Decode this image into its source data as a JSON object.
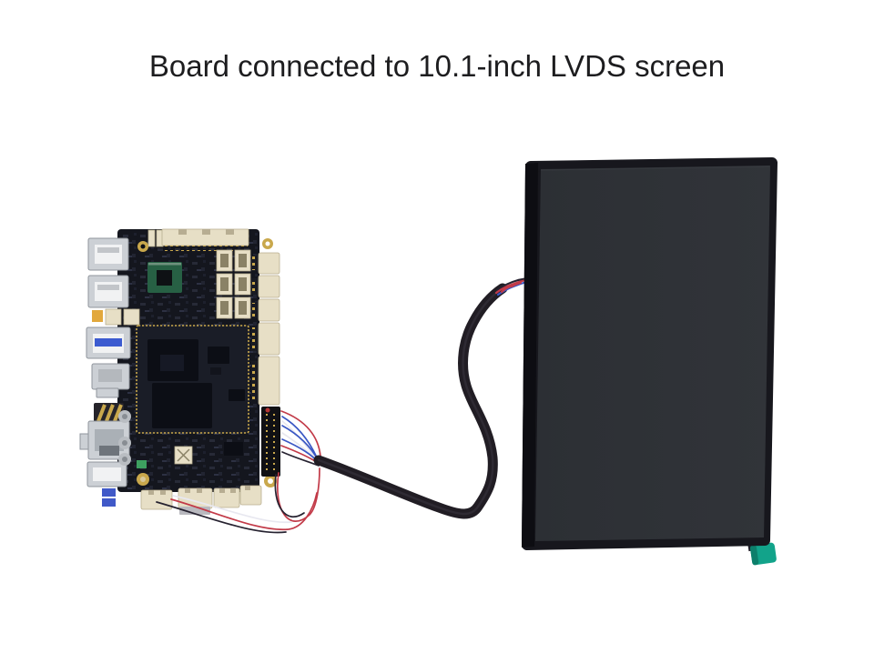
{
  "title": "Board connected to 10.1-inch LVDS screen",
  "colors": {
    "page_bg": "#ffffff",
    "title_text": "#1d1d1f",
    "pcb": "#14161e",
    "pcb_component_a": "#2a2e3b",
    "pcb_component_b": "#232734",
    "som_surface": "#1a1d27",
    "chip_dark": "#0c0e15",
    "connector_cream": "#e7dfc6",
    "connector_cream_shade": "#b9ae8e",
    "port_silver": "#ccd0d5",
    "port_silver_dark": "#8f959c",
    "port_inner_white": "#f1f2f3",
    "usb3_blue": "#3c5bd0",
    "wifi_green": "#276044",
    "gold": "#c9a84c",
    "accent_yellow": "#e2a83c",
    "jumper_blue": "#4059c8",
    "header_black": "#101014",
    "pin1_red": "#b43434",
    "led_green": "#3da060",
    "wire_red": "#c23a48",
    "wire_blue": "#3a57c4",
    "wire_white": "#e8e8f0",
    "wire_black": "#262230",
    "cable_sleeve": "#211d24",
    "cable_sheen": "#3a3440",
    "screen_bezel": "#17171d",
    "screen_edge": "#0d0d12",
    "screen_panel_a": "#2c2f34",
    "screen_panel_b": "#313439",
    "pull_tab_green": "#12a38a",
    "pull_tab_green_dark": "#0c7f6b"
  },
  "scene": {
    "board_name": "embedded-dev-board",
    "screen_name": "10.1-inch-lvds-screen",
    "cable_name": "lvds-cable"
  }
}
